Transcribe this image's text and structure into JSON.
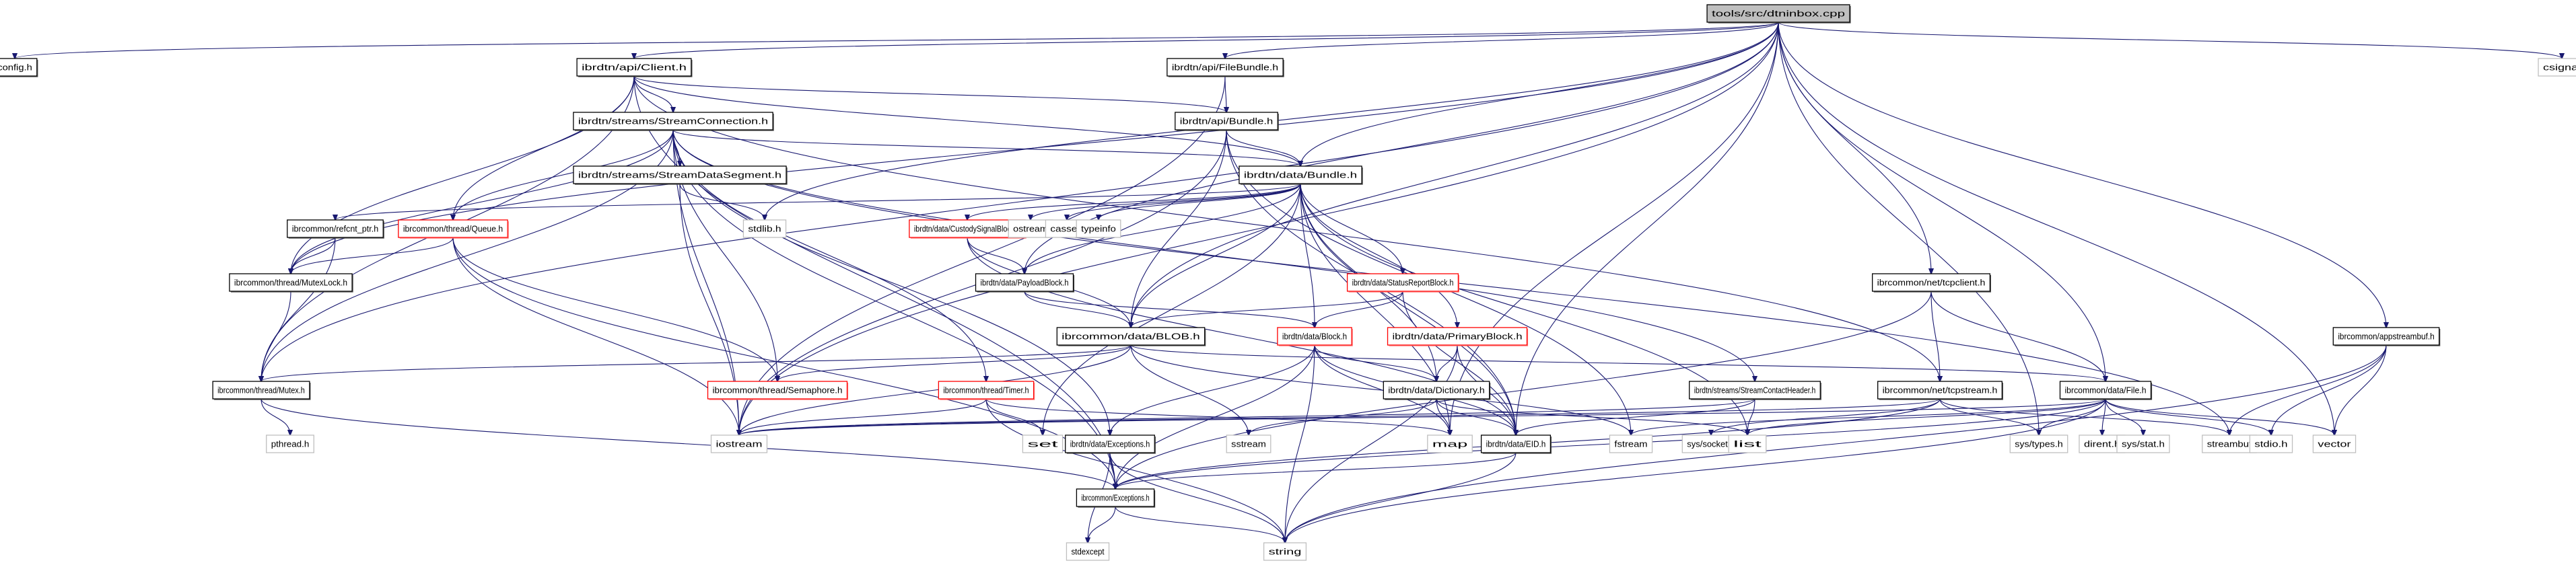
{
  "title": "tools/src/dtninbox.cpp include dependency graph",
  "colors": {
    "edge": "#191970",
    "root_fill": "#bfbfbf",
    "documented_border": "#000000",
    "incomplete_border": "#ff0000",
    "external_border": "#bfbfbf"
  },
  "nodes": [
    {
      "id": "root",
      "label": "tools/src/dtninbox.cpp",
      "kind": "root"
    },
    {
      "id": "config",
      "label": "config.h",
      "kind": "documented"
    },
    {
      "id": "client",
      "label": "ibrdtn/api/Client.h",
      "kind": "documented"
    },
    {
      "id": "filebundle",
      "label": "ibrdtn/api/FileBundle.h",
      "kind": "documented"
    },
    {
      "id": "csignal",
      "label": "csignal",
      "kind": "external"
    },
    {
      "id": "streamconn",
      "label": "ibrdtn/streams/StreamConnection.h",
      "kind": "documented"
    },
    {
      "id": "apibundle",
      "label": "ibrdtn/api/Bundle.h",
      "kind": "documented"
    },
    {
      "id": "streamdata",
      "label": "ibrdtn/streams/StreamDataSegment.h",
      "kind": "documented"
    },
    {
      "id": "databundle",
      "label": "ibrdtn/data/Bundle.h",
      "kind": "documented"
    },
    {
      "id": "refcnt",
      "label": "ibrcommon/refcnt_ptr.h",
      "kind": "documented"
    },
    {
      "id": "queue",
      "label": "ibrcommon/thread/Queue.h",
      "kind": "incomplete"
    },
    {
      "id": "stdlib",
      "label": "stdlib.h",
      "kind": "external"
    },
    {
      "id": "custody",
      "label": "ibrdtn/data/CustodySignalBlock.h",
      "kind": "incomplete"
    },
    {
      "id": "ostream",
      "label": "ostream",
      "kind": "external"
    },
    {
      "id": "cassert",
      "label": "cassert",
      "kind": "external"
    },
    {
      "id": "typeinfo",
      "label": "typeinfo",
      "kind": "external"
    },
    {
      "id": "mutexlock",
      "label": "ibrcommon/thread/MutexLock.h",
      "kind": "documented"
    },
    {
      "id": "payload",
      "label": "ibrdtn/data/PayloadBlock.h",
      "kind": "documented"
    },
    {
      "id": "statusreport",
      "label": "ibrdtn/data/StatusReportBlock.h",
      "kind": "incomplete"
    },
    {
      "id": "tcpclient",
      "label": "ibrcommon/net/tcpclient.h",
      "kind": "documented"
    },
    {
      "id": "blob",
      "label": "ibrcommon/data/BLOB.h",
      "kind": "documented"
    },
    {
      "id": "block",
      "label": "ibrdtn/data/Block.h",
      "kind": "incomplete"
    },
    {
      "id": "primary",
      "label": "ibrdtn/data/PrimaryBlock.h",
      "kind": "incomplete"
    },
    {
      "id": "appstreambuf",
      "label": "ibrcommon/appstreambuf.h",
      "kind": "documented"
    },
    {
      "id": "mutex",
      "label": "ibrcommon/thread/Mutex.h",
      "kind": "documented"
    },
    {
      "id": "semaphore",
      "label": "ibrcommon/thread/Semaphore.h",
      "kind": "incomplete"
    },
    {
      "id": "timer",
      "label": "ibrcommon/thread/Timer.h",
      "kind": "incomplete"
    },
    {
      "id": "dictionary",
      "label": "ibrdtn/data/Dictionary.h",
      "kind": "documented"
    },
    {
      "id": "contacthdr",
      "label": "ibrdtn/streams/StreamContactHeader.h",
      "kind": "documented"
    },
    {
      "id": "tcpstream",
      "label": "ibrcommon/net/tcpstream.h",
      "kind": "documented"
    },
    {
      "id": "file",
      "label": "ibrcommon/data/File.h",
      "kind": "documented"
    },
    {
      "id": "pthread",
      "label": "pthread.h",
      "kind": "external"
    },
    {
      "id": "iostream",
      "label": "iostream",
      "kind": "external"
    },
    {
      "id": "set",
      "label": "set",
      "kind": "external"
    },
    {
      "id": "dtnexc",
      "label": "ibrdtn/data/Exceptions.h",
      "kind": "documented"
    },
    {
      "id": "sstream",
      "label": "sstream",
      "kind": "external"
    },
    {
      "id": "map",
      "label": "map",
      "kind": "external"
    },
    {
      "id": "eid",
      "label": "ibrdtn/data/EID.h",
      "kind": "documented"
    },
    {
      "id": "fstream",
      "label": "fstream",
      "kind": "external"
    },
    {
      "id": "syssocket",
      "label": "sys/socket.h",
      "kind": "external"
    },
    {
      "id": "list",
      "label": "list",
      "kind": "external"
    },
    {
      "id": "systypes",
      "label": "sys/types.h",
      "kind": "external"
    },
    {
      "id": "dirent",
      "label": "dirent.h",
      "kind": "external"
    },
    {
      "id": "sysstat",
      "label": "sys/stat.h",
      "kind": "external"
    },
    {
      "id": "streambuf",
      "label": "streambuf",
      "kind": "external"
    },
    {
      "id": "stdio",
      "label": "stdio.h",
      "kind": "external"
    },
    {
      "id": "vector",
      "label": "vector",
      "kind": "external"
    },
    {
      "id": "commonexc",
      "label": "ibrcommon/Exceptions.h",
      "kind": "documented"
    },
    {
      "id": "stdexcept",
      "label": "stdexcept",
      "kind": "external"
    },
    {
      "id": "string",
      "label": "string",
      "kind": "external"
    }
  ],
  "edges": [
    [
      "root",
      "config"
    ],
    [
      "root",
      "client"
    ],
    [
      "root",
      "filebundle"
    ],
    [
      "root",
      "csignal"
    ],
    [
      "root",
      "databundle"
    ],
    [
      "root",
      "mutexlock"
    ],
    [
      "root",
      "mutex"
    ],
    [
      "root",
      "iostream"
    ],
    [
      "root",
      "stdlib"
    ],
    [
      "root",
      "blob"
    ],
    [
      "root",
      "payload"
    ],
    [
      "root",
      "tcpclient"
    ],
    [
      "root",
      "file"
    ],
    [
      "root",
      "appstreambuf"
    ],
    [
      "root",
      "map"
    ],
    [
      "root",
      "vector"
    ],
    [
      "root",
      "systypes"
    ],
    [
      "root",
      "eid"
    ],
    [
      "client",
      "streamconn"
    ],
    [
      "client",
      "apibundle"
    ],
    [
      "client",
      "databundle"
    ],
    [
      "client",
      "queue"
    ],
    [
      "client",
      "mutexlock"
    ],
    [
      "client",
      "mutex"
    ],
    [
      "client",
      "commonexc"
    ],
    [
      "client",
      "tcpstream"
    ],
    [
      "filebundle",
      "apibundle"
    ],
    [
      "filebundle",
      "iostream"
    ],
    [
      "streamconn",
      "streamdata"
    ],
    [
      "streamconn",
      "databundle"
    ],
    [
      "streamconn",
      "queue"
    ],
    [
      "streamconn",
      "mutexlock"
    ],
    [
      "streamconn",
      "mutex"
    ],
    [
      "streamconn",
      "timer"
    ],
    [
      "streamconn",
      "iostream"
    ],
    [
      "streamconn",
      "contacthdr"
    ],
    [
      "streamconn",
      "commonexc"
    ],
    [
      "streamconn",
      "dtnexc"
    ],
    [
      "streamconn",
      "streambuf"
    ],
    [
      "streamconn",
      "semaphore"
    ],
    [
      "apibundle",
      "databundle"
    ],
    [
      "apibundle",
      "blob"
    ],
    [
      "apibundle",
      "eid"
    ],
    [
      "apibundle",
      "iostream"
    ],
    [
      "apibundle",
      "fstream"
    ],
    [
      "streamdata",
      "iostream"
    ],
    [
      "streamdata",
      "stdlib"
    ],
    [
      "databundle",
      "refcnt"
    ],
    [
      "databundle",
      "custody"
    ],
    [
      "databundle",
      "ostream"
    ],
    [
      "databundle",
      "cassert"
    ],
    [
      "databundle",
      "typeinfo"
    ],
    [
      "databundle",
      "payload"
    ],
    [
      "databundle",
      "statusreport"
    ],
    [
      "databundle",
      "block"
    ],
    [
      "databundle",
      "primary"
    ],
    [
      "databundle",
      "blob"
    ],
    [
      "databundle",
      "eid"
    ],
    [
      "databundle",
      "dictionary"
    ],
    [
      "databundle",
      "set"
    ],
    [
      "databundle",
      "list"
    ],
    [
      "databundle",
      "map"
    ],
    [
      "refcnt",
      "mutexlock"
    ],
    [
      "refcnt",
      "mutex"
    ],
    [
      "queue",
      "mutexlock"
    ],
    [
      "queue",
      "semaphore"
    ],
    [
      "queue",
      "iostream"
    ],
    [
      "queue",
      "commonexc"
    ],
    [
      "custody",
      "blob"
    ],
    [
      "custody",
      "payload"
    ],
    [
      "custody",
      "eid"
    ],
    [
      "mutexlock",
      "mutex"
    ],
    [
      "payload",
      "blob"
    ],
    [
      "payload",
      "block"
    ],
    [
      "statusreport",
      "block"
    ],
    [
      "statusreport",
      "blob"
    ],
    [
      "statusreport",
      "eid"
    ],
    [
      "tcpclient",
      "tcpstream"
    ],
    [
      "tcpclient",
      "file"
    ],
    [
      "tcpclient",
      "commonexc"
    ],
    [
      "blob",
      "mutex"
    ],
    [
      "blob",
      "semaphore"
    ],
    [
      "blob",
      "file"
    ],
    [
      "blob",
      "iostream"
    ],
    [
      "blob",
      "sstream"
    ],
    [
      "blob",
      "fstream"
    ],
    [
      "block",
      "dtnexc"
    ],
    [
      "block",
      "commonexc"
    ],
    [
      "block",
      "dictionary"
    ],
    [
      "block",
      "eid"
    ],
    [
      "block",
      "string"
    ],
    [
      "block",
      "map"
    ],
    [
      "primary",
      "dictionary"
    ],
    [
      "primary",
      "eid"
    ],
    [
      "primary",
      "string"
    ],
    [
      "appstreambuf",
      "streambuf"
    ],
    [
      "appstreambuf",
      "stdio"
    ],
    [
      "appstreambuf",
      "vector"
    ],
    [
      "appstreambuf",
      "string"
    ],
    [
      "mutex",
      "pthread"
    ],
    [
      "mutex",
      "commonexc"
    ],
    [
      "timer",
      "set"
    ],
    [
      "timer",
      "iostream"
    ],
    [
      "timer",
      "string"
    ],
    [
      "timer",
      "map"
    ],
    [
      "dictionary",
      "sstream"
    ],
    [
      "dictionary",
      "map"
    ],
    [
      "dictionary",
      "eid"
    ],
    [
      "dictionary",
      "list"
    ],
    [
      "contacthdr",
      "eid"
    ],
    [
      "contacthdr",
      "iostream"
    ],
    [
      "contacthdr",
      "list"
    ],
    [
      "tcpstream",
      "systypes"
    ],
    [
      "tcpstream",
      "syssocket"
    ],
    [
      "tcpstream",
      "streambuf"
    ],
    [
      "tcpstream",
      "commonexc"
    ],
    [
      "tcpstream",
      "iostream"
    ],
    [
      "file",
      "systypes"
    ],
    [
      "file",
      "dirent"
    ],
    [
      "file",
      "sysstat"
    ],
    [
      "file",
      "list"
    ],
    [
      "file",
      "string"
    ],
    [
      "file",
      "commonexc"
    ],
    [
      "file",
      "iostream"
    ],
    [
      "file",
      "stdio"
    ],
    [
      "file",
      "vector"
    ],
    [
      "file",
      "fstream"
    ],
    [
      "dtnexc",
      "commonexc"
    ],
    [
      "dtnexc",
      "stdexcept"
    ],
    [
      "dtnexc",
      "string"
    ],
    [
      "eid",
      "commonexc"
    ],
    [
      "eid",
      "string"
    ],
    [
      "commonexc",
      "stdexcept"
    ],
    [
      "commonexc",
      "string"
    ]
  ]
}
